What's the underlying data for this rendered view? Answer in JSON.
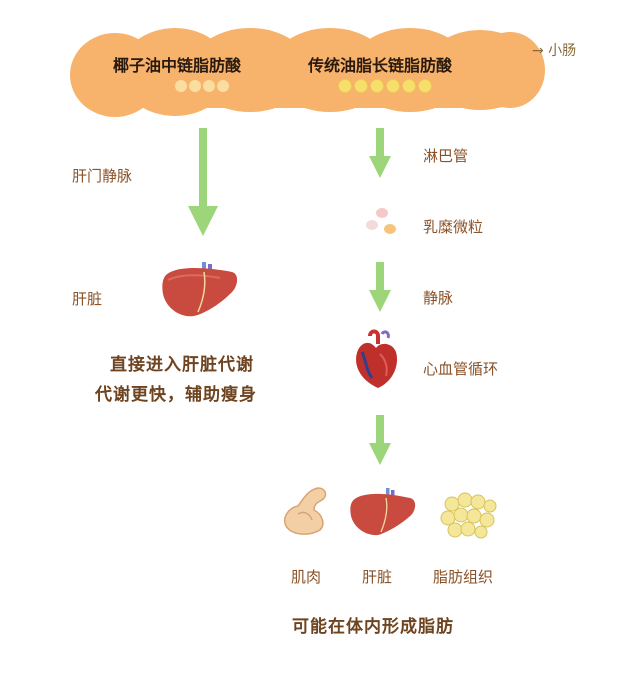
{
  "intestine": {
    "left_label": "椰子油中链脂肪酸",
    "right_label": "传统油脂长链脂肪酸",
    "side_label": "→ 小肠"
  },
  "left_path": {
    "vein_label": "肝门静脉",
    "liver_label": "肝脏",
    "summary_line1": "直接进入肝脏代谢",
    "summary_line2": "代谢更快，辅助瘦身"
  },
  "right_path": {
    "step1_label": "淋巴管",
    "step2_label": "乳糜微粒",
    "step3_label": "静脉",
    "step4_label": "心血管循环",
    "targets": [
      {
        "label": "肌肉",
        "icon": "muscle-icon"
      },
      {
        "label": "肝脏",
        "icon": "liver-icon"
      },
      {
        "label": "脂肪组织",
        "icon": "fat-tissue-icon"
      }
    ],
    "summary": "可能在体内形成脂肪"
  },
  "colors": {
    "intestine": "#f7b26c",
    "arrow": "#9dd57a",
    "liver": "#c94a3f",
    "text": "#8a5228"
  }
}
